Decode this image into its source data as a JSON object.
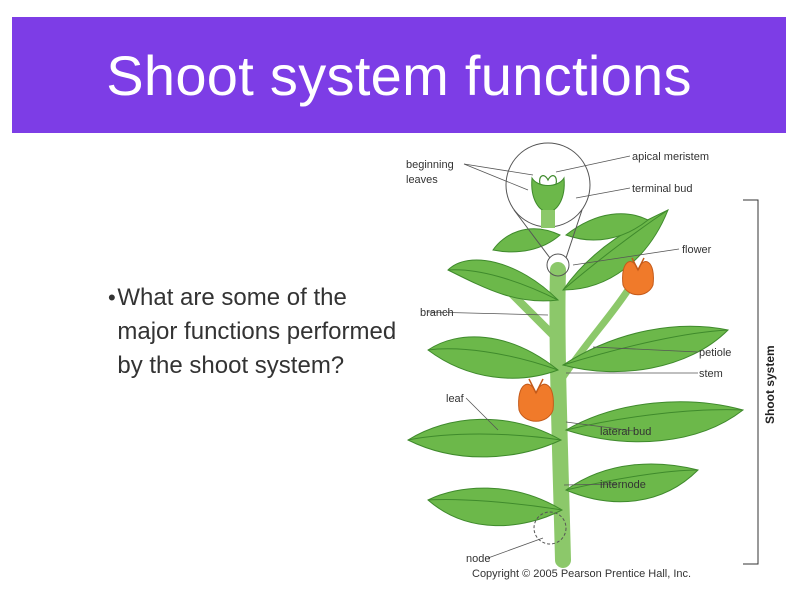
{
  "slide": {
    "title": "Shoot system functions",
    "bullet": "What are some of the major functions performed by the shoot system?",
    "bullet_marker": "•"
  },
  "diagram": {
    "labels": {
      "beginning": "beginning",
      "leaves": "leaves",
      "apical_meristem": "apical meristem",
      "terminal_bud": "terminal bud",
      "flower": "flower",
      "branch": "branch",
      "petiole": "petiole",
      "stem": "stem",
      "leaf": "leaf",
      "lateral_bud": "lateral bud",
      "internode": "internode",
      "node": "node",
      "shoot_system": "Shoot system"
    },
    "copyright": "Copyright © 2005 Pearson Prentice Hall, Inc."
  },
  "colors": {
    "banner": "#7d3de6",
    "leaf": "#6cb84a",
    "leaf_dark": "#3f8a2c",
    "stem": "#8cc86a",
    "flower": "#f07a2a"
  }
}
